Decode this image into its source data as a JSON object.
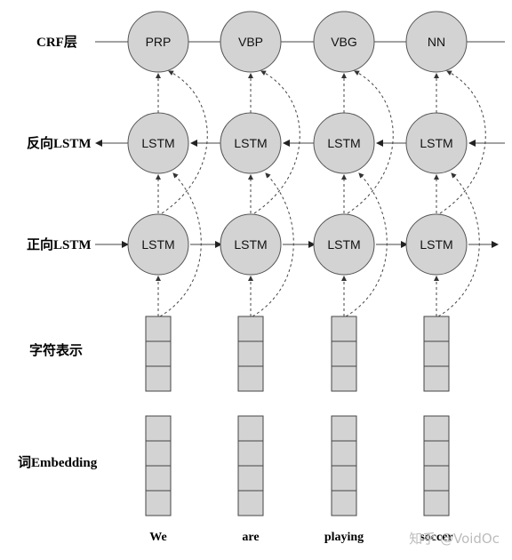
{
  "row_labels": {
    "crf": "CRF层",
    "backward": "反向LSTM",
    "forward": "正向LSTM",
    "char": "字符表示",
    "embedding": "词Embedding"
  },
  "crf_tags": [
    "PRP",
    "VBP",
    "VBG",
    "NN"
  ],
  "lstm_label": "LSTM",
  "words": [
    "We",
    "are",
    "playing",
    "soccer"
  ],
  "watermark": "知乎 @VoidOc",
  "colors": {
    "node_fill": "#d3d3d3",
    "stroke": "#444444",
    "watermark": "#bcbcbc"
  }
}
